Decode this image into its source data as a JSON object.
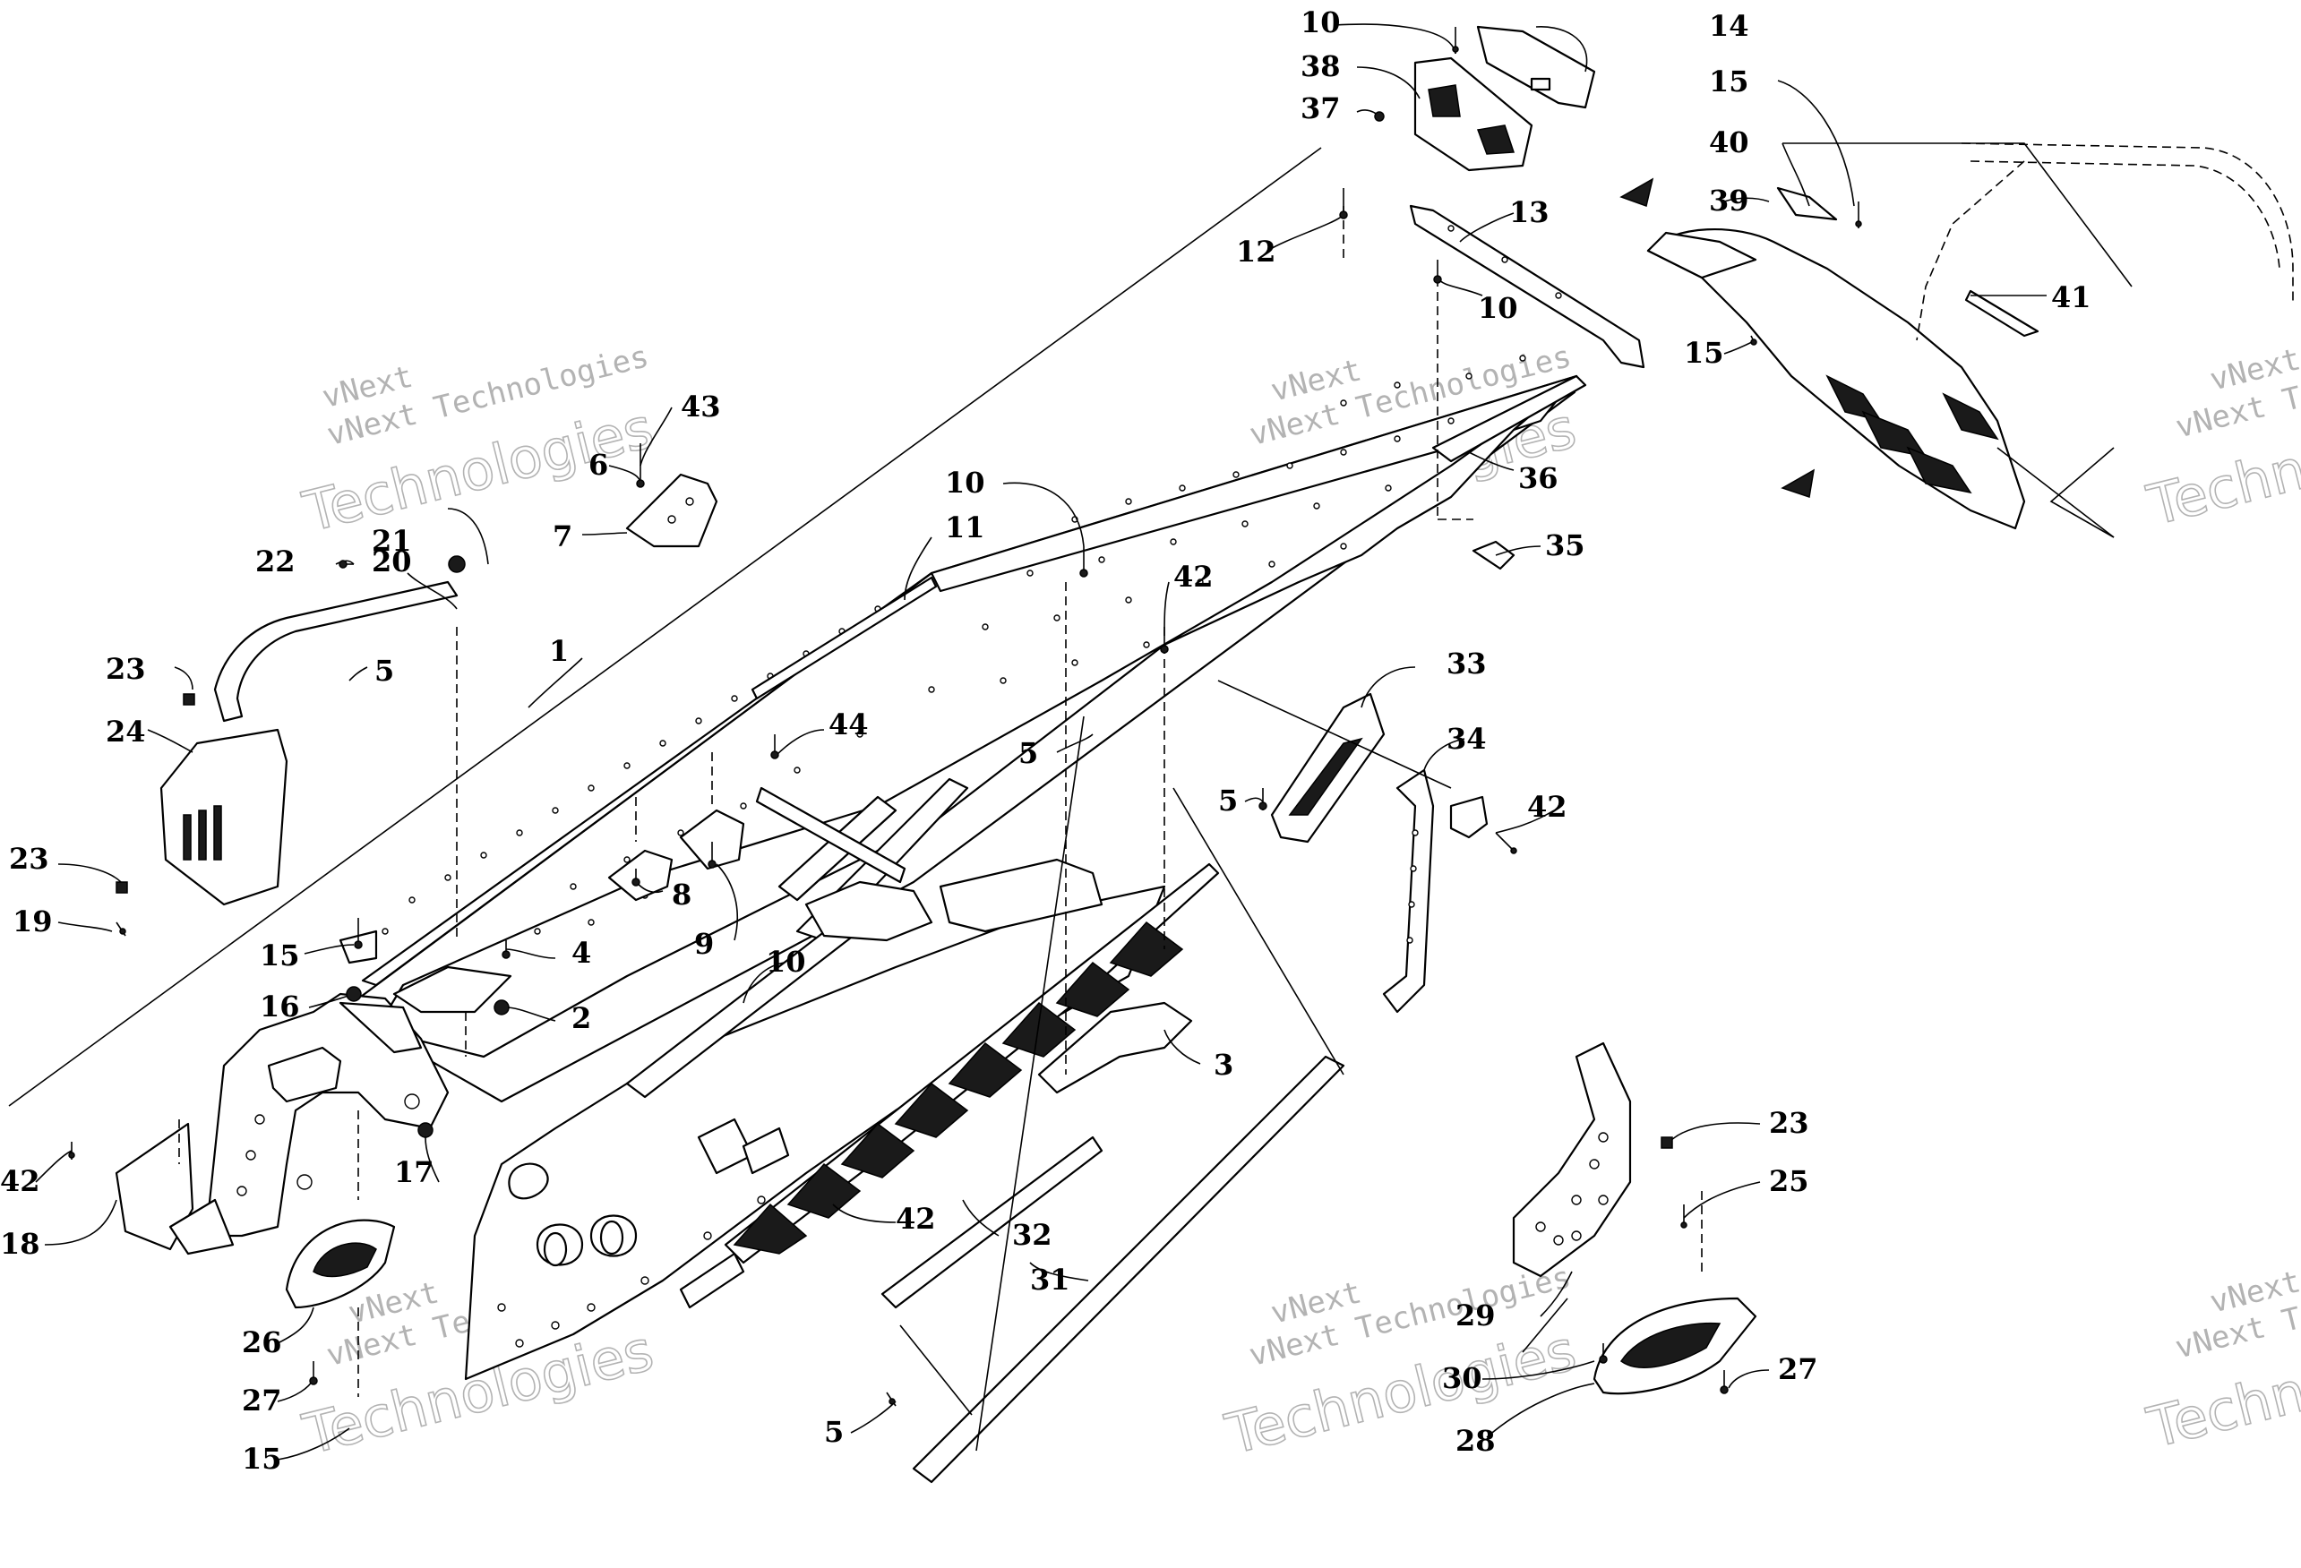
{
  "diagram": {
    "watermark": {
      "small": "vNext Technologies",
      "big": "Technologies",
      "logo": "vNext"
    },
    "callouts": [
      {
        "id": "c-10-top",
        "label": "10"
      },
      {
        "id": "c-14",
        "label": "14"
      },
      {
        "id": "c-38",
        "label": "38"
      },
      {
        "id": "c-37",
        "label": "37"
      },
      {
        "id": "c-15-top",
        "label": "15"
      },
      {
        "id": "c-40",
        "label": "40"
      },
      {
        "id": "c-39",
        "label": "39"
      },
      {
        "id": "c-13",
        "label": "13"
      },
      {
        "id": "c-12",
        "label": "12"
      },
      {
        "id": "c-10-b",
        "label": "10"
      },
      {
        "id": "c-41",
        "label": "41"
      },
      {
        "id": "c-15-mid",
        "label": "15"
      },
      {
        "id": "c-43",
        "label": "43"
      },
      {
        "id": "c-6",
        "label": "6"
      },
      {
        "id": "c-36",
        "label": "36"
      },
      {
        "id": "c-21",
        "label": "21"
      },
      {
        "id": "c-7",
        "label": "7"
      },
      {
        "id": "c-10-c",
        "label": "10"
      },
      {
        "id": "c-11",
        "label": "11"
      },
      {
        "id": "c-35",
        "label": "35"
      },
      {
        "id": "c-22",
        "label": "22"
      },
      {
        "id": "c-20",
        "label": "20"
      },
      {
        "id": "c-42-a",
        "label": "42"
      },
      {
        "id": "c-1",
        "label": "1"
      },
      {
        "id": "c-23-a",
        "label": "23"
      },
      {
        "id": "c-5-a",
        "label": "5"
      },
      {
        "id": "c-33",
        "label": "33"
      },
      {
        "id": "c-24",
        "label": "24"
      },
      {
        "id": "c-44",
        "label": "44"
      },
      {
        "id": "c-5-b",
        "label": "5"
      },
      {
        "id": "c-34",
        "label": "34"
      },
      {
        "id": "c-5-c",
        "label": "5"
      },
      {
        "id": "c-42-b",
        "label": "42"
      },
      {
        "id": "c-23-b",
        "label": "23"
      },
      {
        "id": "c-19",
        "label": "19"
      },
      {
        "id": "c-8",
        "label": "8"
      },
      {
        "id": "c-9",
        "label": "9"
      },
      {
        "id": "c-15-left",
        "label": "15"
      },
      {
        "id": "c-4",
        "label": "4"
      },
      {
        "id": "c-10-d",
        "label": "10"
      },
      {
        "id": "c-16",
        "label": "16"
      },
      {
        "id": "c-2",
        "label": "2"
      },
      {
        "id": "c-3",
        "label": "3"
      },
      {
        "id": "c-42-c",
        "label": "42"
      },
      {
        "id": "c-17",
        "label": "17"
      },
      {
        "id": "c-18",
        "label": "18"
      },
      {
        "id": "c-23-c",
        "label": "23"
      },
      {
        "id": "c-42-d",
        "label": "42"
      },
      {
        "id": "c-32",
        "label": "32"
      },
      {
        "id": "c-25",
        "label": "25"
      },
      {
        "id": "c-31",
        "label": "31"
      },
      {
        "id": "c-26",
        "label": "26"
      },
      {
        "id": "c-29",
        "label": "29"
      },
      {
        "id": "c-27-a",
        "label": "27"
      },
      {
        "id": "c-27-b",
        "label": "27"
      },
      {
        "id": "c-30",
        "label": "30"
      },
      {
        "id": "c-5-d",
        "label": "5"
      },
      {
        "id": "c-15-bottom",
        "label": "15"
      },
      {
        "id": "c-28",
        "label": "28"
      }
    ]
  }
}
